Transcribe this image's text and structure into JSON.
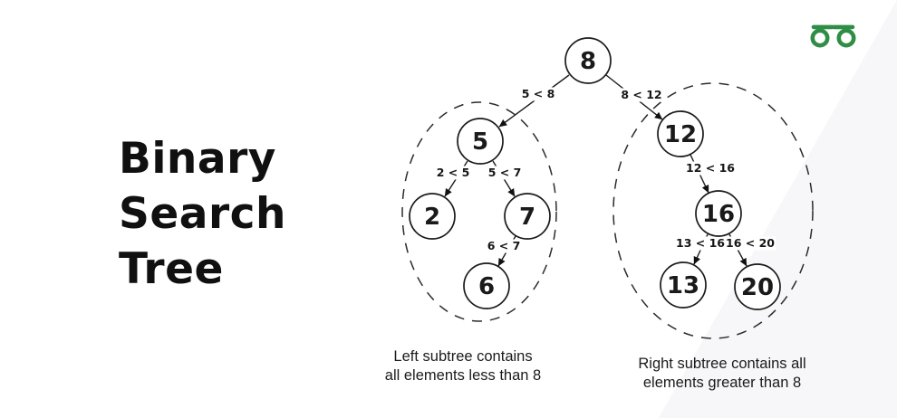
{
  "title": {
    "line1": "Binary",
    "line2": "Search",
    "line3": "Tree"
  },
  "logo": {
    "name": "GeeksforGeeks"
  },
  "colors": {
    "logo_green": "#2f8d46",
    "stroke": "#1c1c1c",
    "watermark": "#f7f7f9"
  },
  "diagram": {
    "type": "binary-search-tree",
    "root": "8",
    "nodes": [
      {
        "value": "8"
      },
      {
        "value": "5"
      },
      {
        "value": "12"
      },
      {
        "value": "2"
      },
      {
        "value": "7"
      },
      {
        "value": "16"
      },
      {
        "value": "6"
      },
      {
        "value": "13"
      },
      {
        "value": "20"
      }
    ],
    "edges": [
      {
        "from": "8",
        "to": "5",
        "label": "5 < 8"
      },
      {
        "from": "8",
        "to": "12",
        "label": "8 < 12"
      },
      {
        "from": "5",
        "to": "2",
        "label": "2 < 5"
      },
      {
        "from": "5",
        "to": "7",
        "label": "5 < 7"
      },
      {
        "from": "7",
        "to": "6",
        "label": "6 < 7"
      },
      {
        "from": "12",
        "to": "16",
        "label": "12 < 16"
      },
      {
        "from": "16",
        "to": "13",
        "label": "13 < 16"
      },
      {
        "from": "16",
        "to": "20",
        "label": "16 < 20"
      }
    ],
    "groups": [
      {
        "name": "left-subtree",
        "caption_line1": "Left subtree contains",
        "caption_line2": "all elements less than 8"
      },
      {
        "name": "right-subtree",
        "caption_line1": "Right subtree contains all",
        "caption_line2": "elements greater than 8"
      }
    ]
  }
}
